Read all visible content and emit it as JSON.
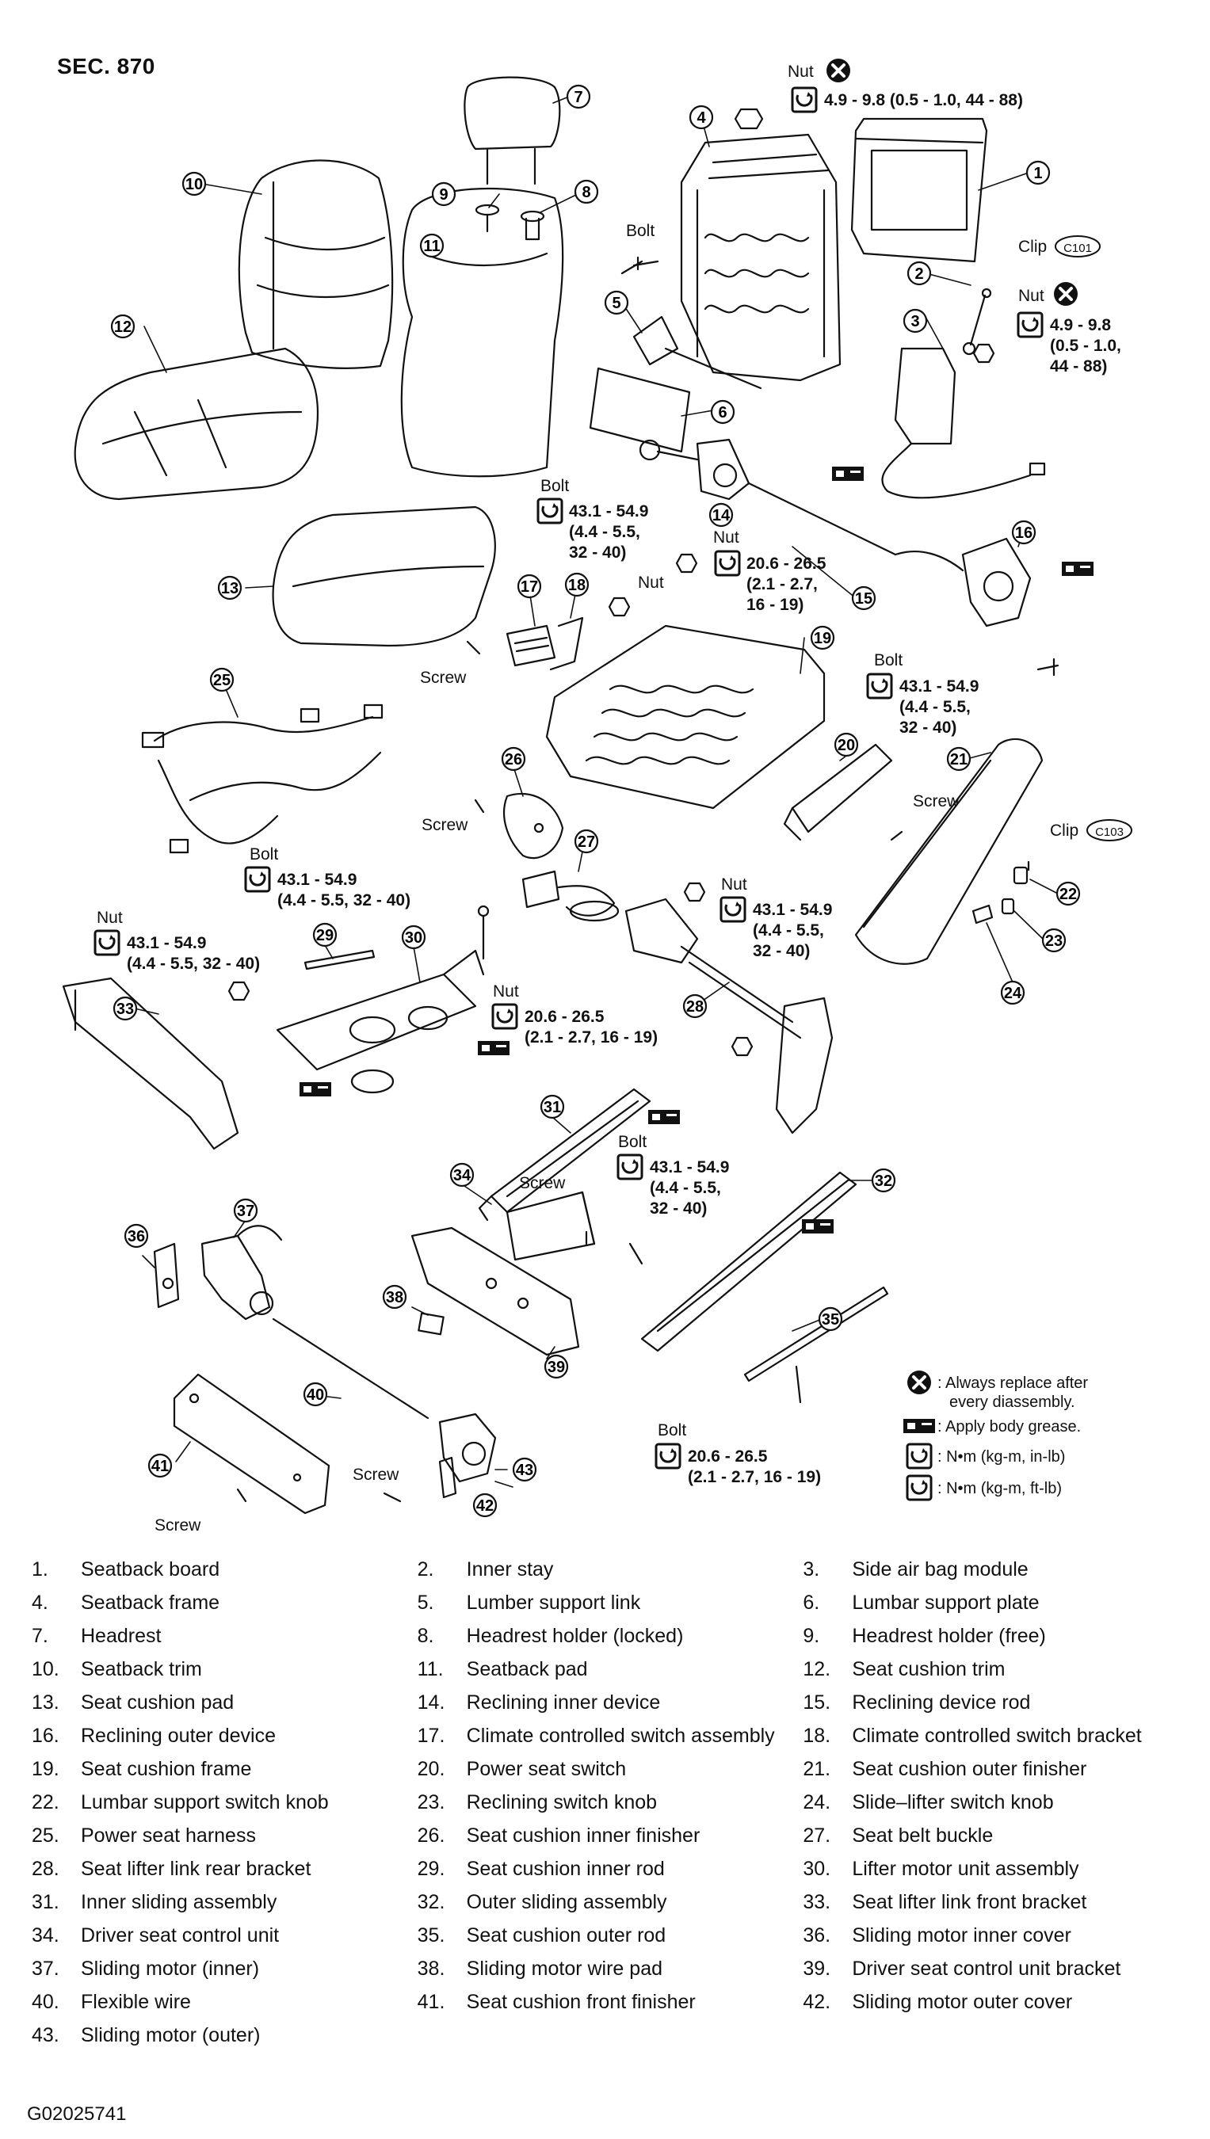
{
  "section": "SEC. 870",
  "figure_id": "G02025741",
  "callouts": [
    "1",
    "2",
    "3",
    "4",
    "5",
    "6",
    "7",
    "8",
    "9",
    "10",
    "11",
    "12",
    "13",
    "14",
    "15",
    "16",
    "17",
    "18",
    "19",
    "20",
    "21",
    "22",
    "23",
    "24",
    "25",
    "26",
    "27",
    "28",
    "29",
    "30",
    "31",
    "32",
    "33",
    "34",
    "35",
    "36",
    "37",
    "38",
    "39",
    "40",
    "41",
    "42",
    "43"
  ],
  "labels": {
    "nut": "Nut",
    "bolt": "Bolt",
    "screw": "Screw",
    "clip": "Clip",
    "clip_c101": "C101",
    "clip_c103": "C103"
  },
  "torques": {
    "t1": [
      "4.9 - 9.8 (0.5 - 1.0, 44 - 88)"
    ],
    "t2": [
      "4.9 - 9.8",
      "(0.5 - 1.0,",
      "44 - 88)"
    ],
    "t3": [
      "43.1 - 54.9",
      "(4.4 - 5.5,",
      "32 - 40)"
    ],
    "t4": [
      "20.6 - 26.5",
      "(2.1 - 2.7,",
      "16 - 19)"
    ],
    "t5": [
      "43.1 - 54.9",
      "(4.4 - 5.5,",
      "32 - 40)"
    ],
    "t6": [
      "43.1 - 54.9",
      "(4.4 - 5.5, 32 - 40)"
    ],
    "t7": [
      "43.1 - 54.9",
      "(4.4 - 5.5, 32 - 40)"
    ],
    "t8": [
      "43.1 - 54.9",
      "(4.4 - 5.5,",
      "32 - 40)"
    ],
    "t9": [
      "20.6 - 26.5",
      "(2.1 - 2.7, 16 - 19)"
    ],
    "t10": [
      "43.1 - 54.9",
      "(4.4 - 5.5,",
      "32 - 40)"
    ],
    "t11": [
      "20.6 - 26.5",
      "(2.1 - 2.7, 16 - 19)"
    ]
  },
  "legend": [
    ": Always replace after",
    "every diassembly.",
    ": Apply body grease.",
    ": N•m (kg-m, in-lb)",
    ": N•m (kg-m, ft-lb)"
  ],
  "parts": [
    {
      "num": "1.",
      "name": "Seatback board"
    },
    {
      "num": "2.",
      "name": "Inner stay"
    },
    {
      "num": "3.",
      "name": "Side air bag module"
    },
    {
      "num": "4.",
      "name": "Seatback frame"
    },
    {
      "num": "5.",
      "name": "Lumber support link"
    },
    {
      "num": "6.",
      "name": "Lumbar support plate"
    },
    {
      "num": "7.",
      "name": "Headrest"
    },
    {
      "num": "8.",
      "name": "Headrest holder (locked)"
    },
    {
      "num": "9.",
      "name": "Headrest holder (free)"
    },
    {
      "num": "10.",
      "name": "Seatback trim"
    },
    {
      "num": "11.",
      "name": "Seatback pad"
    },
    {
      "num": "12.",
      "name": "Seat cushion trim"
    },
    {
      "num": "13.",
      "name": "Seat cushion pad"
    },
    {
      "num": "14.",
      "name": "Reclining inner device"
    },
    {
      "num": "15.",
      "name": "Reclining device rod"
    },
    {
      "num": "16.",
      "name": "Reclining outer device"
    },
    {
      "num": "17.",
      "name": "Climate controlled switch assembly"
    },
    {
      "num": "18.",
      "name": "Climate controlled switch bracket"
    },
    {
      "num": "19.",
      "name": "Seat cushion frame"
    },
    {
      "num": "20.",
      "name": "Power seat switch"
    },
    {
      "num": "21.",
      "name": "Seat cushion outer finisher"
    },
    {
      "num": "22.",
      "name": "Lumbar support switch knob"
    },
    {
      "num": "23.",
      "name": "Reclining switch knob"
    },
    {
      "num": "24.",
      "name": "Slide–lifter switch knob"
    },
    {
      "num": "25.",
      "name": "Power seat harness"
    },
    {
      "num": "26.",
      "name": "Seat cushion inner finisher"
    },
    {
      "num": "27.",
      "name": "Seat belt buckle"
    },
    {
      "num": "28.",
      "name": "Seat lifter link rear bracket"
    },
    {
      "num": "29.",
      "name": "Seat cushion inner rod"
    },
    {
      "num": "30.",
      "name": "Lifter  motor unit assembly"
    },
    {
      "num": "31.",
      "name": "Inner sliding assembly"
    },
    {
      "num": "32.",
      "name": "Outer sliding assembly"
    },
    {
      "num": "33.",
      "name": "Seat lifter  link front bracket"
    },
    {
      "num": "34.",
      "name": "Driver seat control unit"
    },
    {
      "num": "35.",
      "name": "Seat cushion outer rod"
    },
    {
      "num": "36.",
      "name": "Sliding motor inner cover"
    },
    {
      "num": "37.",
      "name": "Sliding motor (inner)"
    },
    {
      "num": "38.",
      "name": "Sliding motor wire pad"
    },
    {
      "num": "39.",
      "name": "Driver seat control unit bracket"
    },
    {
      "num": "40.",
      "name": "Flexible wire"
    },
    {
      "num": "41.",
      "name": "Seat cushion front finisher"
    },
    {
      "num": "42.",
      "name": "Sliding motor outer cover"
    },
    {
      "num": "43.",
      "name": "Sliding motor (outer)"
    }
  ]
}
